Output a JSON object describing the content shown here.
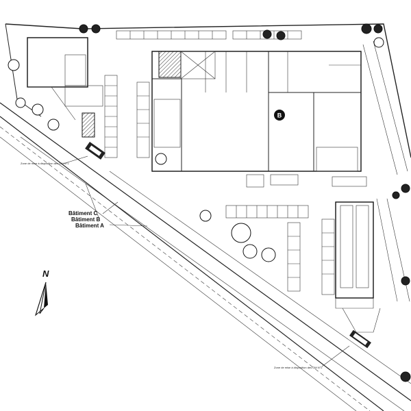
{
  "buildings": {
    "label_c": "Bâtiment C",
    "label_b": "Bâtiment B",
    "label_a": "Bâtiment A",
    "marker_b": "B"
  },
  "annotations": {
    "zone_1": "Zone de mise à disposition des OM N°1",
    "zone_2": "Zone de mise à disposition des OM N°2"
  },
  "north": {
    "letter": "N"
  }
}
